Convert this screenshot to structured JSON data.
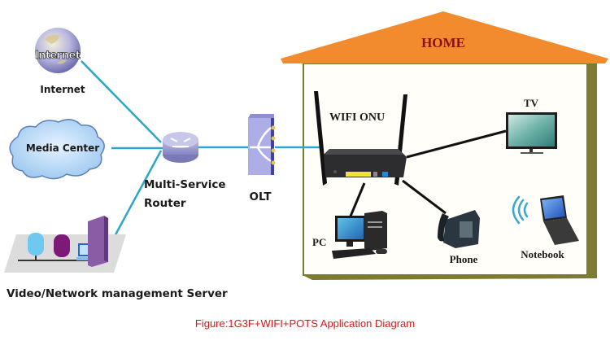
{
  "house": {
    "title": "HOME",
    "roof_color": "#f28a2e",
    "title_color": "#8b1010",
    "wall_color": "#7d7a32"
  },
  "link_color": "#2aa7c9",
  "nodes": {
    "internet": {
      "label": "Internet",
      "icon_text": "Internet"
    },
    "media_center": {
      "label": "Media Center"
    },
    "server": {
      "label": "Video/Network management Server"
    },
    "router": {
      "label_line1": "Multi-Service",
      "label_line2": "Router"
    },
    "olt": {
      "label": "OLT"
    },
    "onu": {
      "label": "WIFI ONU"
    },
    "tv": {
      "label": "TV"
    },
    "pc": {
      "label": "PC"
    },
    "phone": {
      "label": "Phone"
    },
    "notebook": {
      "label": "Notebook"
    }
  },
  "caption": "Figure:1G3F+WIFI+POTS Application Diagram"
}
